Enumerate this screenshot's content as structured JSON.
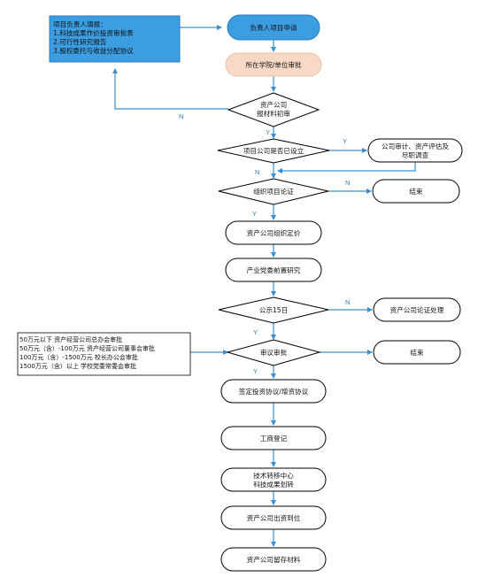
{
  "nodes": {
    "apply": "负责人项目申请",
    "college_review": "所在学院/单位审批",
    "initial_review_l1": "资产公司",
    "initial_review_l2": "报材料初审",
    "established": "项目公司是否已设立",
    "audit_l1": "公司审计、资产评估及",
    "audit_l2": "尽职调查",
    "organize_demo": "组织项目论证",
    "end_1": "结束",
    "pricing": "资产公司组织定价",
    "pre_study": "产业党委前置研究",
    "publicity": "公示15日",
    "demo_handle": "资产公司论证处理",
    "approval": "审议审批",
    "end_2": "结束",
    "sign": "签定投资协议/增资协议",
    "registration": "工商登记",
    "transfer_l1": "技术转移中心",
    "transfer_l2": "科技成果划转",
    "capital": "资产公司出资到位",
    "archive": "资产公司留存材料"
  },
  "materials_note": {
    "line1": "项目负责人填报：",
    "line2": "1.科技成果作价投资审批表",
    "line3": "2.可行性研究报告",
    "line4": "3.股权委托与收益分配协议"
  },
  "approval_note": {
    "line1": "50万元以下  资产经营公司总办会审批",
    "line2": "50万元（含）-100万元  资产经营公司董事会审批",
    "line3": "100万元（含）-1500万元  校长办公会审批",
    "line4": "1500万元（含）以上  学校党委常委会审批"
  },
  "edge_labels": {
    "n1": "N",
    "y1": "Y",
    "y2": "Y",
    "n2": "N",
    "n3": "N",
    "y3": "Y",
    "n4": "N",
    "y4": "Y",
    "y5": "Y"
  },
  "colors": {
    "arrow": "#3b8fd0",
    "box_border": "#000000",
    "apply_fill": "#3c9de0",
    "college_fill": "#f7d9c5",
    "materials_fill": "#3c9de0"
  }
}
